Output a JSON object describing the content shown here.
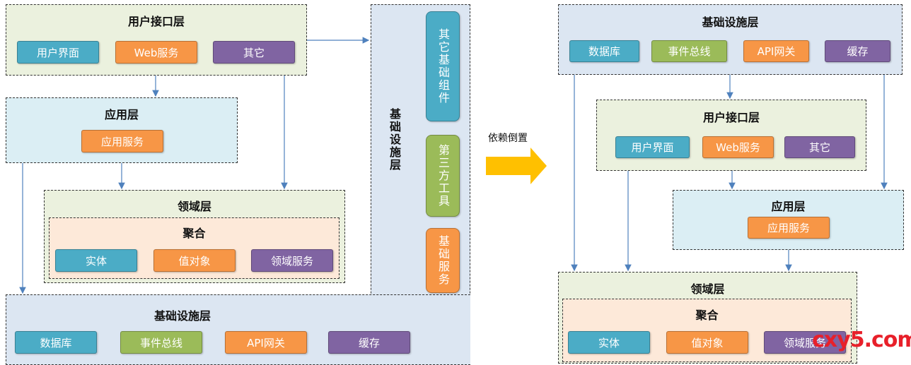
{
  "left": {
    "ui_layer": {
      "title": "用户接口层",
      "items": [
        "用户界面",
        "Web服务",
        "其它"
      ]
    },
    "app_layer": {
      "title": "应用层",
      "items": [
        "应用服务"
      ]
    },
    "domain_layer": {
      "title": "领域层",
      "aggregate": {
        "title": "聚合",
        "items": [
          "实体",
          "值对象",
          "领域服务"
        ]
      }
    },
    "infra_vertical": {
      "title": "基础设施层",
      "items": [
        "其它基础组件",
        "第三方工具",
        "基础服务"
      ]
    },
    "infra_bottom": {
      "title": "基础设施层",
      "items": [
        "数据库",
        "事件总线",
        "API网关",
        "缓存"
      ]
    }
  },
  "transition": {
    "label": "依赖倒置"
  },
  "right": {
    "infra_layer": {
      "title": "基础设施层",
      "items": [
        "数据库",
        "事件总线",
        "API网关",
        "缓存"
      ]
    },
    "ui_layer": {
      "title": "用户接口层",
      "items": [
        "用户界面",
        "Web服务",
        "其它"
      ]
    },
    "app_layer": {
      "title": "应用层",
      "items": [
        "应用服务"
      ]
    },
    "domain_layer": {
      "title": "领域层",
      "aggregate": {
        "title": "聚合",
        "items": [
          "实体",
          "值对象",
          "领域服务"
        ]
      }
    }
  },
  "watermark": "cxy5.com",
  "colors": {
    "blue": "#4bacc6",
    "orange": "#f79646",
    "purple": "#8064a2",
    "green": "#9bbb59",
    "arrow": "#4f81bd",
    "big_arrow": "#ffc000"
  }
}
